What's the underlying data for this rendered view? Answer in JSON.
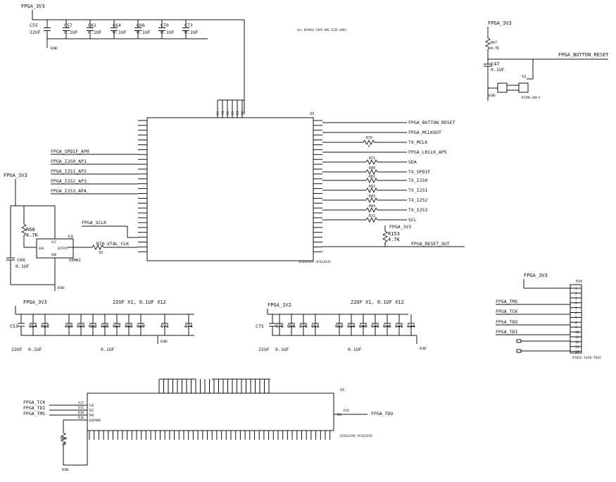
{
  "top_caps": {
    "rail": "FPGA_3V3",
    "gnd": "DGND",
    "note": "ALL BYPASS CAPS ARE SIZE 0402",
    "caps": [
      {
        "ref": "C55",
        "val": "22UF"
      },
      {
        "ref": "C57",
        "val": "0.1UF"
      },
      {
        "ref": "C61",
        "val": "0.1UF"
      },
      {
        "ref": "C64",
        "val": "0.1UF"
      },
      {
        "ref": "C66",
        "val": "0.1UF"
      },
      {
        "ref": "C70",
        "val": "0.1UF"
      },
      {
        "ref": "C73",
        "val": "0.1UF"
      }
    ]
  },
  "reset": {
    "rail": "FPGA_3V3",
    "r_ref": "R67",
    "r_val": "4.7K",
    "c_ref": "C47",
    "c_val": "0.1UF",
    "gnd": "DGND",
    "sw_ref": "S2",
    "sw_part": "DTSM6-64N-V",
    "net": "FPGA_BUTTON_RESET"
  },
  "u3_top": {
    "ref": "U3",
    "part": "XC6SLX4S-3CSG324I",
    "power_pins": [
      "E2",
      "G4",
      "K6",
      "D5",
      "M1",
      "R2"
    ],
    "left_nets": [
      "FPGA_SPDIF_AP0",
      "FPGA_I2S0_AP1",
      "FPGA_I2S1_AP2",
      "FPGA_I2S2_AP3",
      "FPGA_I2S3_AP4"
    ],
    "right_nets": [
      "FPGA_BUTTON_RESET",
      "FPGA_MCLKOUT",
      "TX_MCLK",
      "FPGA_LRCLK_AP5",
      "SDA",
      "TX_SPDIF",
      "TX_I2S0",
      "TX_I2S1",
      "TX_I2S2",
      "TX_I2S3",
      "SCL",
      "FPGA_RESET_OUT"
    ],
    "right_res": [
      {
        "ref": "R78",
        "val": "0"
      },
      {
        "ref": "R71",
        "val": "0"
      },
      {
        "ref": "R80",
        "val": "0"
      },
      {
        "ref": "R81",
        "val": "0"
      },
      {
        "ref": "R82",
        "val": "0"
      },
      {
        "ref": "R83",
        "val": "0"
      },
      {
        "ref": "R84",
        "val": "0"
      },
      {
        "ref": "R72",
        "val": "0"
      }
    ],
    "r153": {
      "rail": "FPGA_3V3",
      "ref": "R153",
      "val": "4.7K"
    },
    "sclk_net": "FPGA_SCLK",
    "xtal_net": "XTAL_CLK",
    "r70": {
      "ref": "R70",
      "val": "33"
    }
  },
  "osc": {
    "rail": "FPGA_3V3",
    "r_ref": "R68",
    "r_val": "4.7K",
    "c_ref": "C60",
    "c_val": "0.1UF",
    "ref": "Y3",
    "freq": "50MHZ",
    "pins": {
      "en": "EOH",
      "vcc": "VCC",
      "out": "OUTPUT",
      "gnd": "GND"
    },
    "gnd": "DGND"
  },
  "bank_3v3": {
    "rail": "FPGA_3V3",
    "summary": "22UF X1, 0.1UF X12",
    "c_refs": [
      "C53",
      "C54",
      "C63",
      "C58",
      "C59",
      "C62",
      "C65",
      "C67",
      "C68",
      "C69",
      "C71",
      "C74"
    ],
    "val_22": "22UF",
    "val_01": "0.1UF",
    "gnd": "DGND"
  },
  "bank_1v2": {
    "rail": "FPGA_1V2",
    "summary": "22UF X1, 0.1UF X12",
    "c_refs": [
      "C75",
      "C76",
      "C56",
      "C78",
      "C51",
      "C52",
      "C50",
      "C49",
      "C48",
      "C46",
      "C45",
      "C44"
    ],
    "val_22": "22UF",
    "val_01": "0.1UF",
    "gnd": "DGND"
  },
  "jtag": {
    "rail": "FPGA_3V3",
    "ref": "P10",
    "part": "87832-1420-T832",
    "nets": [
      "FPGA_TMS",
      "FPGA_TCK",
      "FPGA_TDO",
      "FPGA_TDI"
    ],
    "pins": [
      "1",
      "2",
      "3",
      "4",
      "5",
      "6",
      "7",
      "8",
      "9",
      "10",
      "11",
      "12",
      "13",
      "14"
    ]
  },
  "u3_bottom": {
    "ref": "U3",
    "part": "XC6SLX4S-3CSG324I",
    "in_nets": [
      "FPGA_TCK",
      "FPGA_TDI",
      "FPGA_TMS"
    ],
    "in_pins": [
      "A17",
      "D15",
      "B18",
      "R16"
    ],
    "in_labels": [
      "TCK",
      "TDI",
      "TMS",
      "SUSPEND"
    ],
    "tdo_net": "FPGA_TDO",
    "tdo_pin": "D16",
    "tdo_label": "TDO",
    "r_ref": "R69",
    "r_val": "1K",
    "gnd": "DGND"
  }
}
